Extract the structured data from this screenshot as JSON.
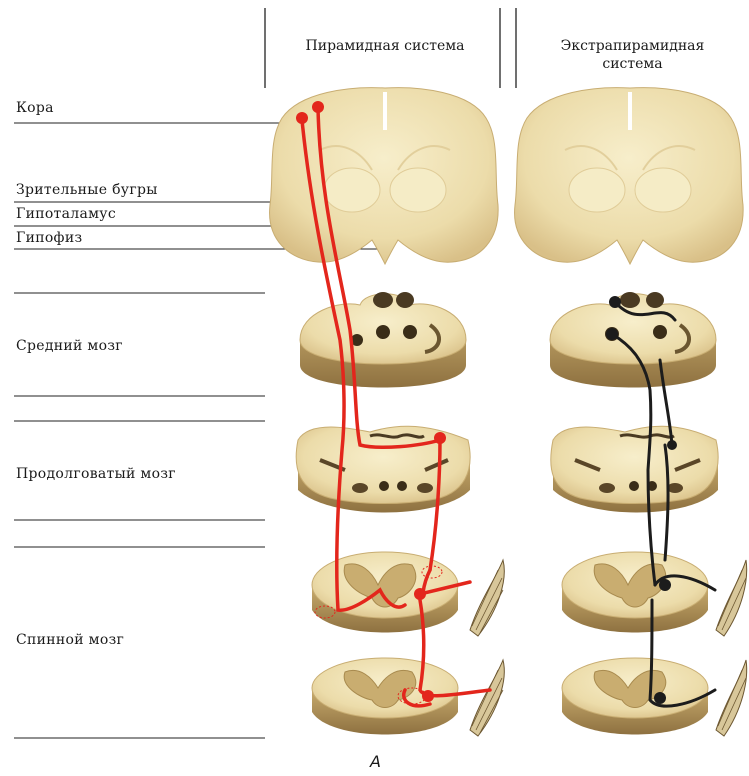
{
  "columns": {
    "pyramidal": "Пирамидная система",
    "extrapyramidal_line1": "Экстрапирамидная",
    "extrapyramidal_line2": "система"
  },
  "labels": {
    "cortex": "Кора",
    "thalamus": "Зрительные бугры",
    "hypothalamus": "Гипоталамус",
    "pituitary": "Гипофиз",
    "midbrain": "Средний мозг",
    "medulla": "Продолговатый  мозг",
    "spinal_cord": "Спинной мозг"
  },
  "figure_label": "A",
  "colors": {
    "tissue": "#efe2b4",
    "tissue_shadow": "#c8ad72",
    "tissue_dark": "#a88a4e",
    "pathway_pyramidal": "#e3261c",
    "pathway_extrapyramidal": "#1c1c1c",
    "muscle": "#d8c79a"
  },
  "icons": {
    "muscle": "striated-muscle-icon",
    "neuron": "neuron-body-icon"
  }
}
